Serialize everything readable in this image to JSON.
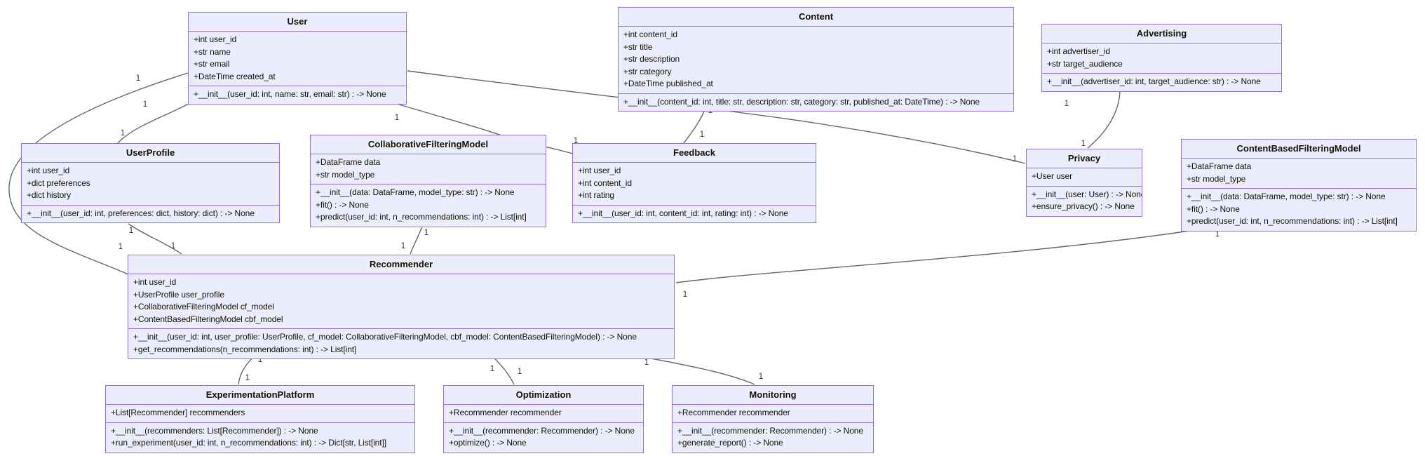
{
  "diagram": {
    "type": "uml-class-diagram",
    "colors": {
      "node_fill": "#ECECFF",
      "node_border": "#9370DB",
      "edge_line": "#666666",
      "text": "#131300",
      "background": "#FFFFFF"
    },
    "classes": [
      {
        "id": "user",
        "name": "User",
        "attributes": [
          "+int user_id",
          "+str name",
          "+str email",
          "+DateTime created_at"
        ],
        "methods": [
          "+__init__(user_id: int, name: str, email: str) : -> None"
        ]
      },
      {
        "id": "content",
        "name": "Content",
        "attributes": [
          "+int content_id",
          "+str title",
          "+str description",
          "+str category",
          "+DateTime published_at"
        ],
        "methods": [
          "+__init__(content_id: int, title: str, description: str, category: str, published_at: DateTime) : -> None"
        ]
      },
      {
        "id": "advertising",
        "name": "Advertising",
        "attributes": [
          "+int advertiser_id",
          "+str target_audience"
        ],
        "methods": [
          "+__init__(advertiser_id: int, target_audience: str) : -> None"
        ]
      },
      {
        "id": "userprofile",
        "name": "UserProfile",
        "attributes": [
          "+int user_id",
          "+dict preferences",
          "+dict history"
        ],
        "methods": [
          "+__init__(user_id: int, preferences: dict, history: dict) : -> None"
        ]
      },
      {
        "id": "cfm",
        "name": "CollaborativeFilteringModel",
        "attributes": [
          "+DataFrame data",
          "+str model_type"
        ],
        "methods": [
          "+__init__(data: DataFrame, model_type: str) : -> None",
          "+fit() : -> None",
          "+predict(user_id: int, n_recommendations: int) : -> List[int]"
        ]
      },
      {
        "id": "feedback",
        "name": "Feedback",
        "attributes": [
          "+int user_id",
          "+int content_id",
          "+int rating"
        ],
        "methods": [
          "+__init__(user_id: int, content_id: int, rating: int) : -> None"
        ]
      },
      {
        "id": "privacy",
        "name": "Privacy",
        "attributes": [
          "+User user"
        ],
        "methods": [
          "+__init__(user: User) : -> None",
          "+ensure_privacy() : -> None"
        ]
      },
      {
        "id": "cbfm",
        "name": "ContentBasedFilteringModel",
        "attributes": [
          "+DataFrame data",
          "+str model_type"
        ],
        "methods": [
          "+__init__(data: DataFrame, model_type: str) : -> None",
          "+fit() : -> None",
          "+predict(user_id: int, n_recommendations: int) : -> List[int]"
        ]
      },
      {
        "id": "recommender",
        "name": "Recommender",
        "attributes": [
          "+int user_id",
          "+UserProfile user_profile",
          "+CollaborativeFilteringModel cf_model",
          "+ContentBasedFilteringModel cbf_model"
        ],
        "methods": [
          "+__init__(user_id: int, user_profile: UserProfile, cf_model: CollaborativeFilteringModel, cbf_model: ContentBasedFilteringModel) : -> None",
          "+get_recommendations(n_recommendations: int) : -> List[int]"
        ]
      },
      {
        "id": "expplatform",
        "name": "ExperimentationPlatform",
        "attributes": [
          "+List[Recommender] recommenders"
        ],
        "methods": [
          "+__init__(recommenders: List[Recommender]) : -> None",
          "+run_experiment(user_id: int, n_recommendations: int) : -> Dict[str, List[int]]"
        ]
      },
      {
        "id": "optimization",
        "name": "Optimization",
        "attributes": [
          "+Recommender recommender"
        ],
        "methods": [
          "+__init__(recommender: Recommender) : -> None",
          "+optimize() : -> None"
        ]
      },
      {
        "id": "monitoring",
        "name": "Monitoring",
        "attributes": [
          "+Recommender recommender"
        ],
        "methods": [
          "+__init__(recommender: Recommender) : -> None",
          "+generate_report() : -> None"
        ]
      }
    ],
    "edges": [
      {
        "from": "user",
        "to": "userprofile",
        "source_label": "1",
        "target_label": "1"
      },
      {
        "from": "user",
        "to": "recommender",
        "source_label": "1",
        "target_label": "1"
      },
      {
        "from": "user",
        "to": "feedback",
        "source_label": "1",
        "target_label": "1"
      },
      {
        "from": "user",
        "to": "privacy",
        "source_label": "1",
        "target_label": "1"
      },
      {
        "from": "content",
        "to": "feedback",
        "source_label": "1",
        "target_label": "1"
      },
      {
        "from": "userprofile",
        "to": "recommender",
        "source_label": "1",
        "target_label": "1"
      },
      {
        "from": "cfm",
        "to": "recommender",
        "source_label": "1",
        "target_label": "1"
      },
      {
        "from": "cbfm",
        "to": "recommender",
        "source_label": "1",
        "target_label": "1"
      },
      {
        "from": "recommender",
        "to": "expplatform",
        "source_label": "1",
        "target_label": "1"
      },
      {
        "from": "recommender",
        "to": "optimization",
        "source_label": "1",
        "target_label": "1"
      },
      {
        "from": "recommender",
        "to": "monitoring",
        "source_label": "1",
        "target_label": "1"
      },
      {
        "from": "advertising",
        "to": "privacy",
        "source_label": "1",
        "target_label": "1"
      }
    ]
  }
}
